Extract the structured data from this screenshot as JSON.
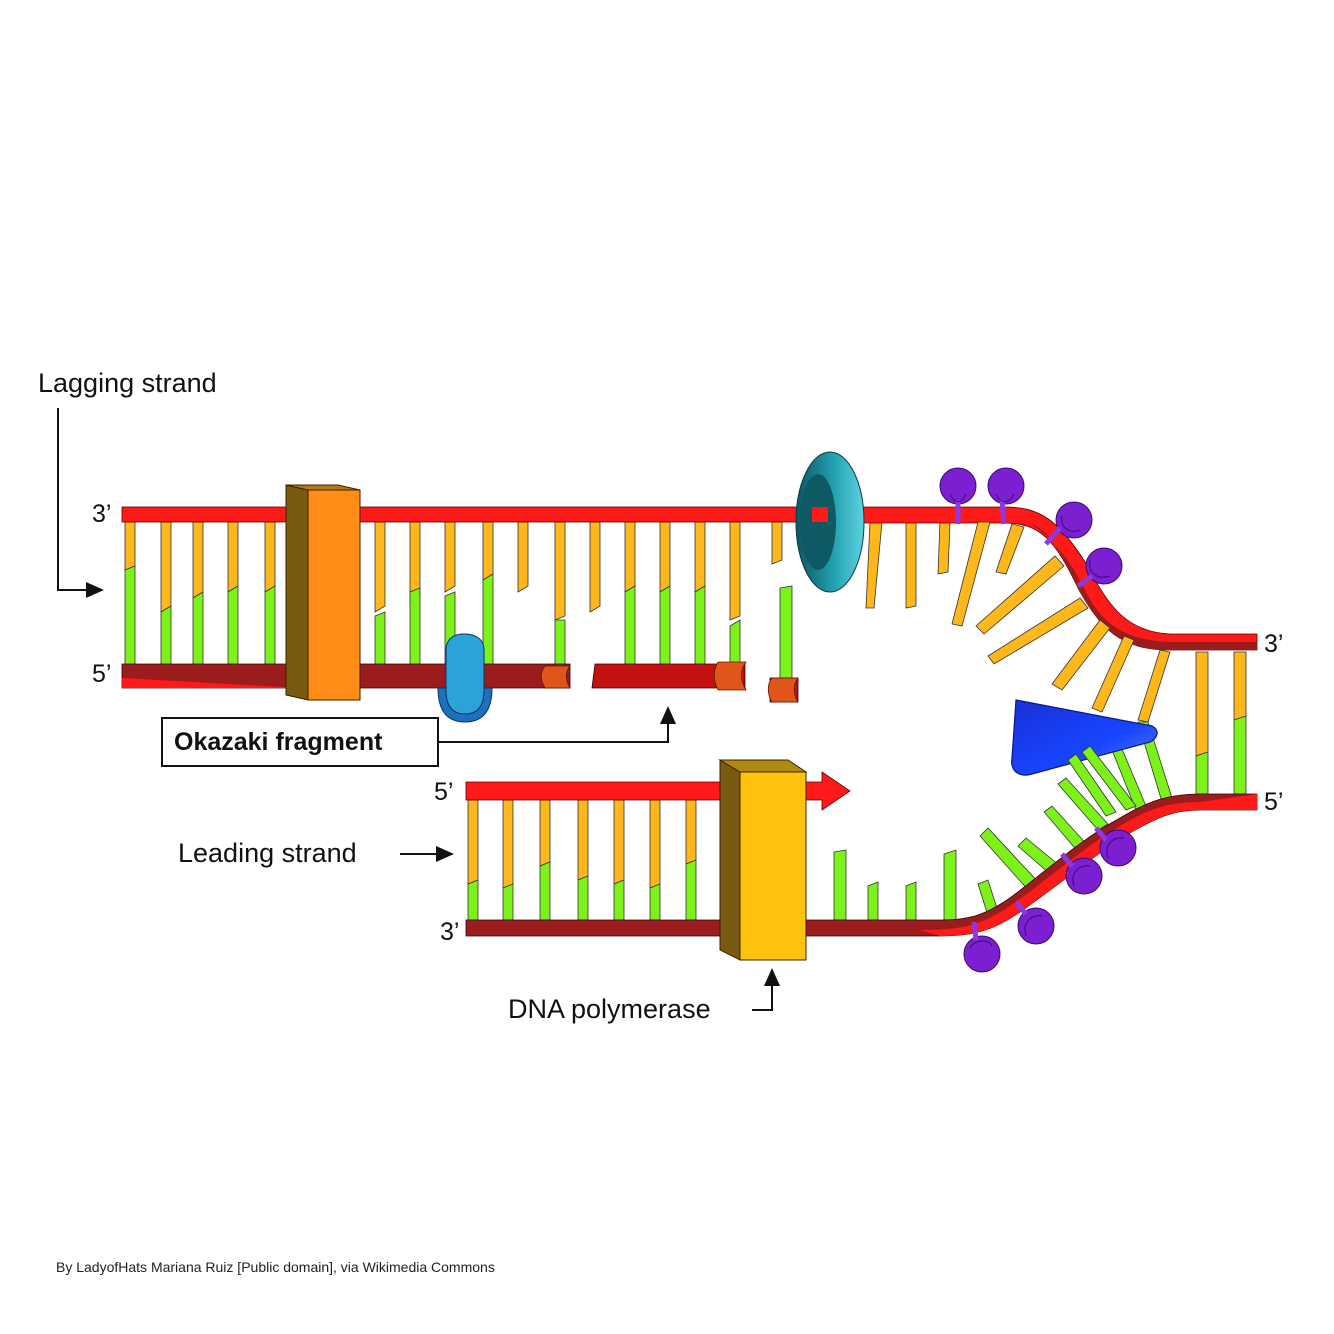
{
  "labels": {
    "lagging_strand": "Lagging strand",
    "leading_strand": "Leading strand",
    "okazaki_fragment": "Okazaki fragment",
    "dna_polymerase": "DNA polymerase"
  },
  "ends": {
    "lagging_top": "3’",
    "lagging_bottom": "5’",
    "right_top": "3’",
    "right_bottom": "5’",
    "leading_top": "5’",
    "leading_bottom": "3’"
  },
  "credit": "By LadyofHats Mariana Ruiz [Public domain], via Wikimedia Commons",
  "colors": {
    "template_strand": "#ff1a1a",
    "new_strand": "#9a1c1c",
    "base_yellow": "#ffb81c",
    "base_green": "#7df21a",
    "polymerase_orange": "#ff8c16",
    "polymerase_yellow": "#ffc20e",
    "helicase": "#2aa6b8",
    "primase": "#1d8fd0",
    "ssb": "#7c1fd0",
    "topoisomerase": "#1a3cf0",
    "ligase": "#e2551a"
  }
}
